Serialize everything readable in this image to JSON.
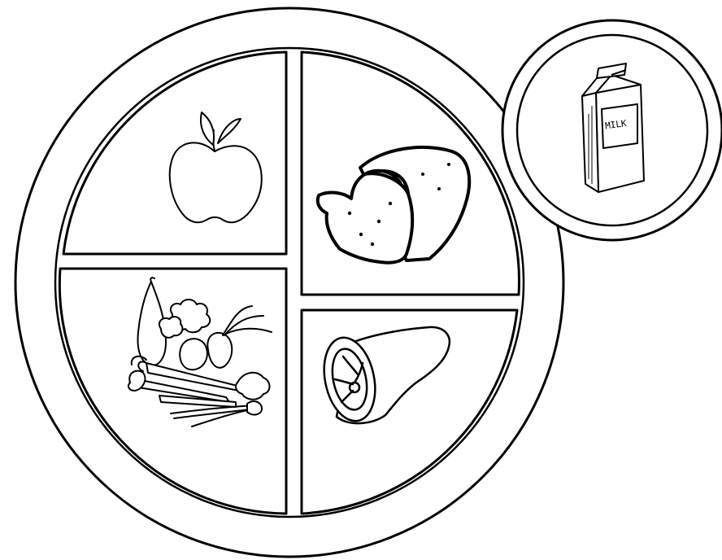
{
  "plate": {
    "sections": [
      {
        "id": "fruits",
        "icon": "apple-icon"
      },
      {
        "id": "grains",
        "icon": "bread-loaf-icon"
      },
      {
        "id": "vegetables",
        "icon": "vegetables-bunch-icon"
      },
      {
        "id": "protein",
        "icon": "ham-icon"
      }
    ]
  },
  "dairy": {
    "icon": "milk-carton-icon",
    "label": "MILK"
  },
  "colors": {
    "line": "#000000",
    "fill": "#ffffff"
  }
}
